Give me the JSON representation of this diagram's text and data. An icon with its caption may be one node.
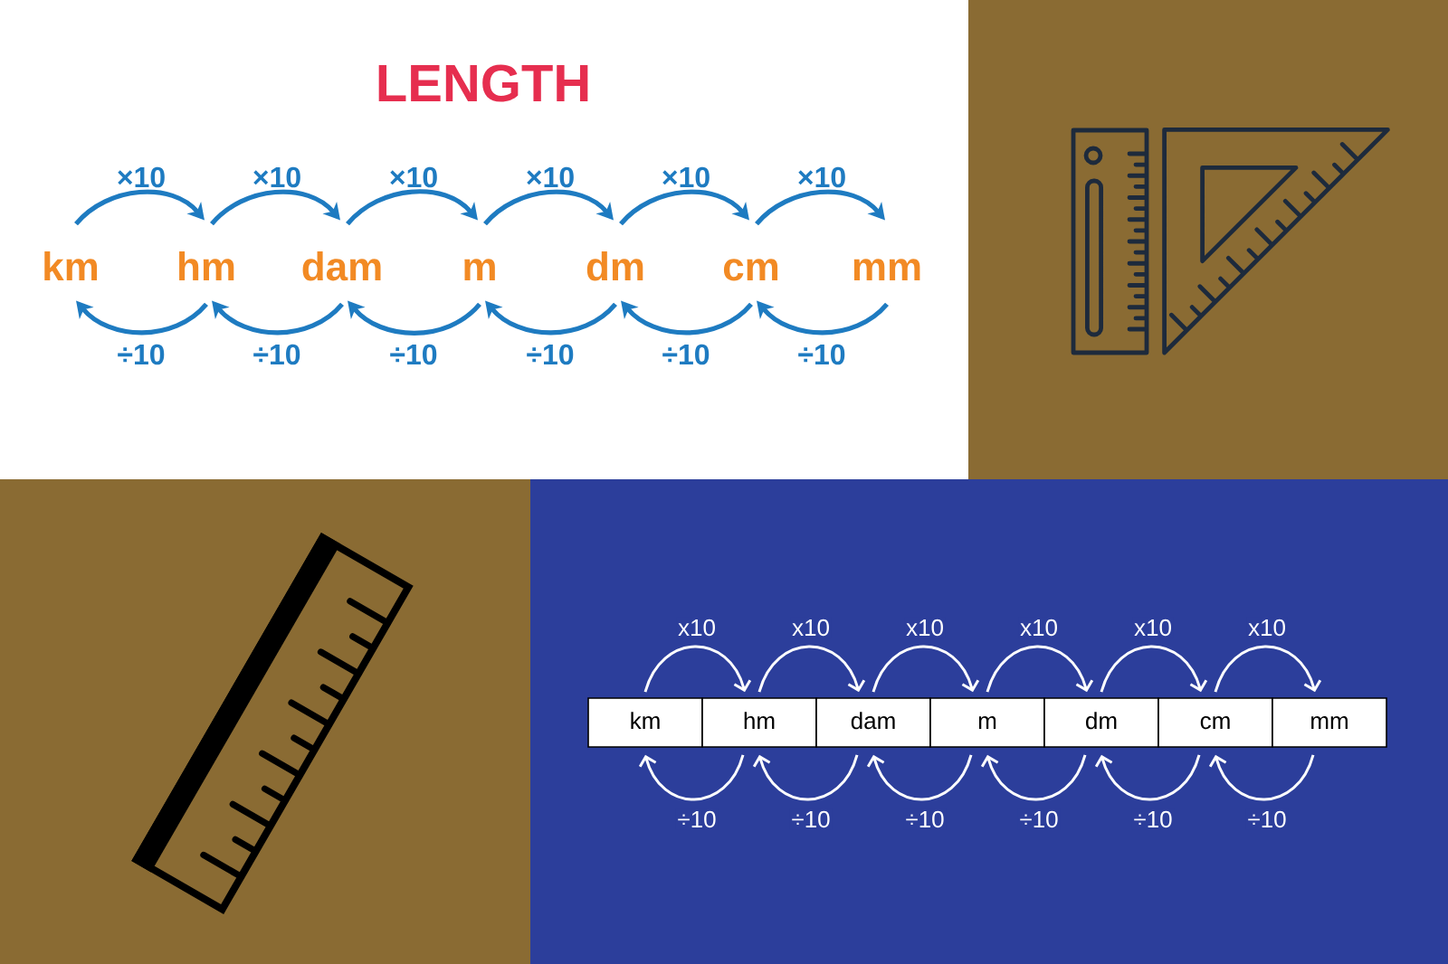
{
  "diagram": {
    "title": "LENGTH",
    "nodes": [
      {
        "text": [
          "km"
        ]
      },
      {
        "text": [
          "hm"
        ]
      },
      {
        "text": [
          "dam"
        ]
      },
      {
        "text": [
          "m"
        ]
      },
      {
        "text": [
          "dm"
        ]
      },
      {
        "text": [
          "cm"
        ]
      },
      {
        "text": [
          "mm"
        ]
      },
      {
        "text": [
          "km"
        ]
      },
      {
        "text": [
          "hm"
        ]
      },
      {
        "text": [
          "dam"
        ]
      },
      {
        "text": [
          "m"
        ]
      },
      {
        "text": [
          "dm"
        ]
      },
      {
        "text": [
          "cm"
        ]
      },
      {
        "text": [
          "mm"
        ]
      }
    ],
    "edges": [
      {
        "from": 0,
        "to": 1,
        "arrow": "to",
        "label": "×10"
      },
      {
        "from": 1,
        "to": 2,
        "arrow": "to",
        "label": "×10"
      },
      {
        "from": 2,
        "to": 3,
        "arrow": "to",
        "label": "×10"
      },
      {
        "from": 3,
        "to": 4,
        "arrow": "to",
        "label": "×10"
      },
      {
        "from": 4,
        "to": 5,
        "arrow": "to",
        "label": "×10"
      },
      {
        "from": 5,
        "to": 6,
        "arrow": "to",
        "label": "×10"
      },
      {
        "from": 1,
        "to": 0,
        "arrow": "to",
        "label": "÷10"
      },
      {
        "from": 2,
        "to": 1,
        "arrow": "to",
        "label": "÷10"
      },
      {
        "from": 3,
        "to": 2,
        "arrow": "to",
        "label": "÷10"
      },
      {
        "from": 4,
        "to": 3,
        "arrow": "to",
        "label": "÷10"
      },
      {
        "from": 5,
        "to": 4,
        "arrow": "to",
        "label": "÷10"
      },
      {
        "from": 6,
        "to": 5,
        "arrow": "to",
        "label": "÷10"
      },
      {
        "from": 7,
        "to": 8,
        "arrow": "to",
        "label": "x10",
        "color": "#ffffff"
      },
      {
        "from": 8,
        "to": 9,
        "arrow": "to",
        "label": "x10",
        "color": "#ffffff"
      },
      {
        "from": 9,
        "to": 10,
        "arrow": "to",
        "label": "x10",
        "color": "#ffffff"
      },
      {
        "from": 10,
        "to": 11,
        "arrow": "to",
        "label": "x10",
        "color": "#ffffff"
      },
      {
        "from": 11,
        "to": 12,
        "arrow": "to",
        "label": "x10",
        "color": "#ffffff"
      },
      {
        "from": 12,
        "to": 13,
        "arrow": "to",
        "label": "x10",
        "color": "#ffffff"
      },
      {
        "from": 8,
        "to": 7,
        "arrow": "to",
        "label": "÷10",
        "color": "#ffffff"
      },
      {
        "from": 9,
        "to": 8,
        "arrow": "to",
        "label": "÷10",
        "color": "#ffffff"
      },
      {
        "from": 10,
        "to": 9,
        "arrow": "to",
        "label": "÷10",
        "color": "#ffffff"
      },
      {
        "from": 11,
        "to": 10,
        "arrow": "to",
        "label": "÷10",
        "color": "#ffffff"
      },
      {
        "from": 12,
        "to": 11,
        "arrow": "to",
        "label": "÷10",
        "color": "#ffffff"
      },
      {
        "from": 13,
        "to": 12,
        "arrow": "to",
        "label": "÷10",
        "color": "#ffffff"
      }
    ]
  }
}
